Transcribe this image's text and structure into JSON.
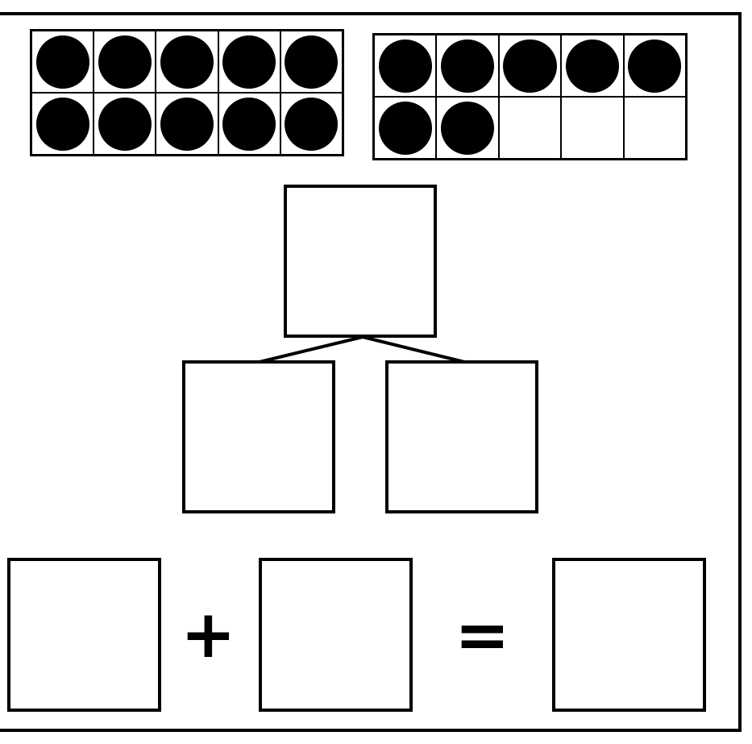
{
  "ten_frames": [
    {
      "name": "ten-frame-left",
      "filled": 10,
      "total": 10
    },
    {
      "name": "ten-frame-right",
      "filled": 7,
      "total": 10
    }
  ],
  "number_bond": {
    "whole": "",
    "part_left": "",
    "part_right": ""
  },
  "equation": {
    "addend_1": "",
    "plus_sign": "+",
    "addend_2": "",
    "equals_sign": "=",
    "sum": ""
  },
  "colors": {
    "ink": "#000000",
    "paper": "#ffffff"
  }
}
